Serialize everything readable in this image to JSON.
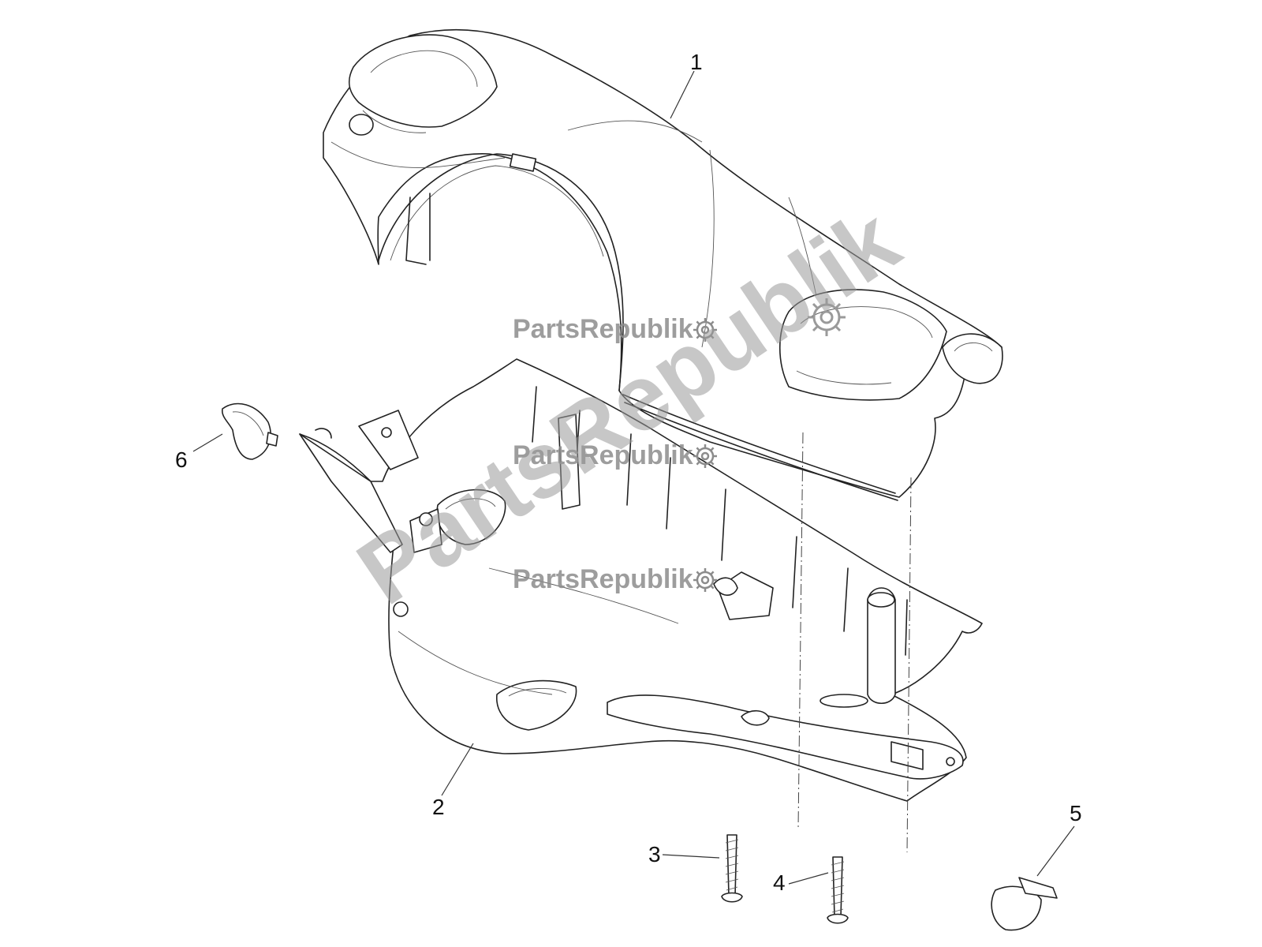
{
  "diagram": {
    "parts": [
      {
        "number": "1",
        "name": "upper handlebar cover"
      },
      {
        "number": "2",
        "name": "lower handlebar cover"
      },
      {
        "number": "3",
        "name": "screw"
      },
      {
        "number": "4",
        "name": "screw"
      },
      {
        "number": "5",
        "name": "cap"
      },
      {
        "number": "6",
        "name": "cap"
      }
    ]
  },
  "watermark": {
    "brand": "PartsRepublik",
    "brand_large": "PartsRepublik",
    "icon": "gear-icon"
  },
  "colors": {
    "line": "#222222",
    "watermark": "#8c8c8c",
    "background": "#ffffff"
  }
}
